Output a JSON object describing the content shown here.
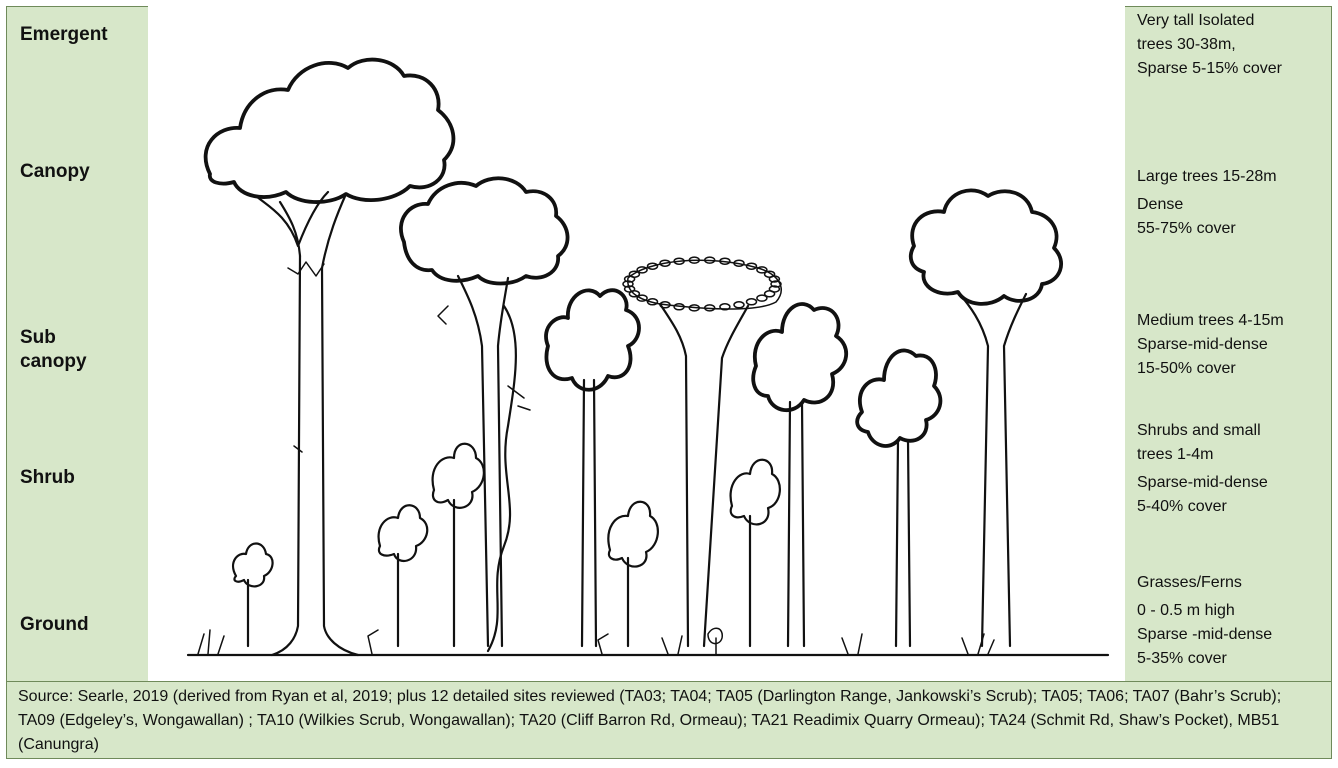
{
  "layers": [
    {
      "label": "Emergent",
      "description": [
        "Very tall Isolated",
        "trees 30-38m,",
        "Sparse 5-15% cover"
      ]
    },
    {
      "label": "Canopy",
      "description": [
        "Large trees 15-28m",
        "Dense",
        "55-75% cover"
      ]
    },
    {
      "label": "Sub canopy",
      "label_lines": [
        "Sub",
        "canopy"
      ],
      "description": [
        "Medium trees 4-15m",
        "Sparse-mid-dense",
        "15-50% cover"
      ]
    },
    {
      "label": "Shrub",
      "description": [
        "Shrubs and small",
        "trees 1-4m",
        "Sparse-mid-dense",
        "5-40% cover"
      ]
    },
    {
      "label": "Ground",
      "description": [
        "Grasses/Ferns",
        "0 - 0.5 m high",
        "Sparse -mid-dense",
        "5-35% cover"
      ]
    }
  ],
  "source_text": "Source: Searle, 2019 (derived from Ryan et al, 2019; plus 12 detailed sites reviewed (TA03; TA04; TA05 (Darlington Range, Jankowski’s Scrub); TA05; TA06; TA07 (Bahr’s Scrub); TA09 (Edgeley’s, Wongawallan) ; TA10 (Wilkies Scrub, Wongawallan); TA20 (Cliff Barron Rd, Ormeau); TA21 Readimix Quarry Ormeau); TA24 (Schmit Rd, Shaw’s Pocket), MB51 (Canungra)",
  "colors": {
    "panel_background": "#d7e7c9",
    "border": "#6f8a5a",
    "drawing_background": "#ffffff",
    "ink": "#111111"
  }
}
